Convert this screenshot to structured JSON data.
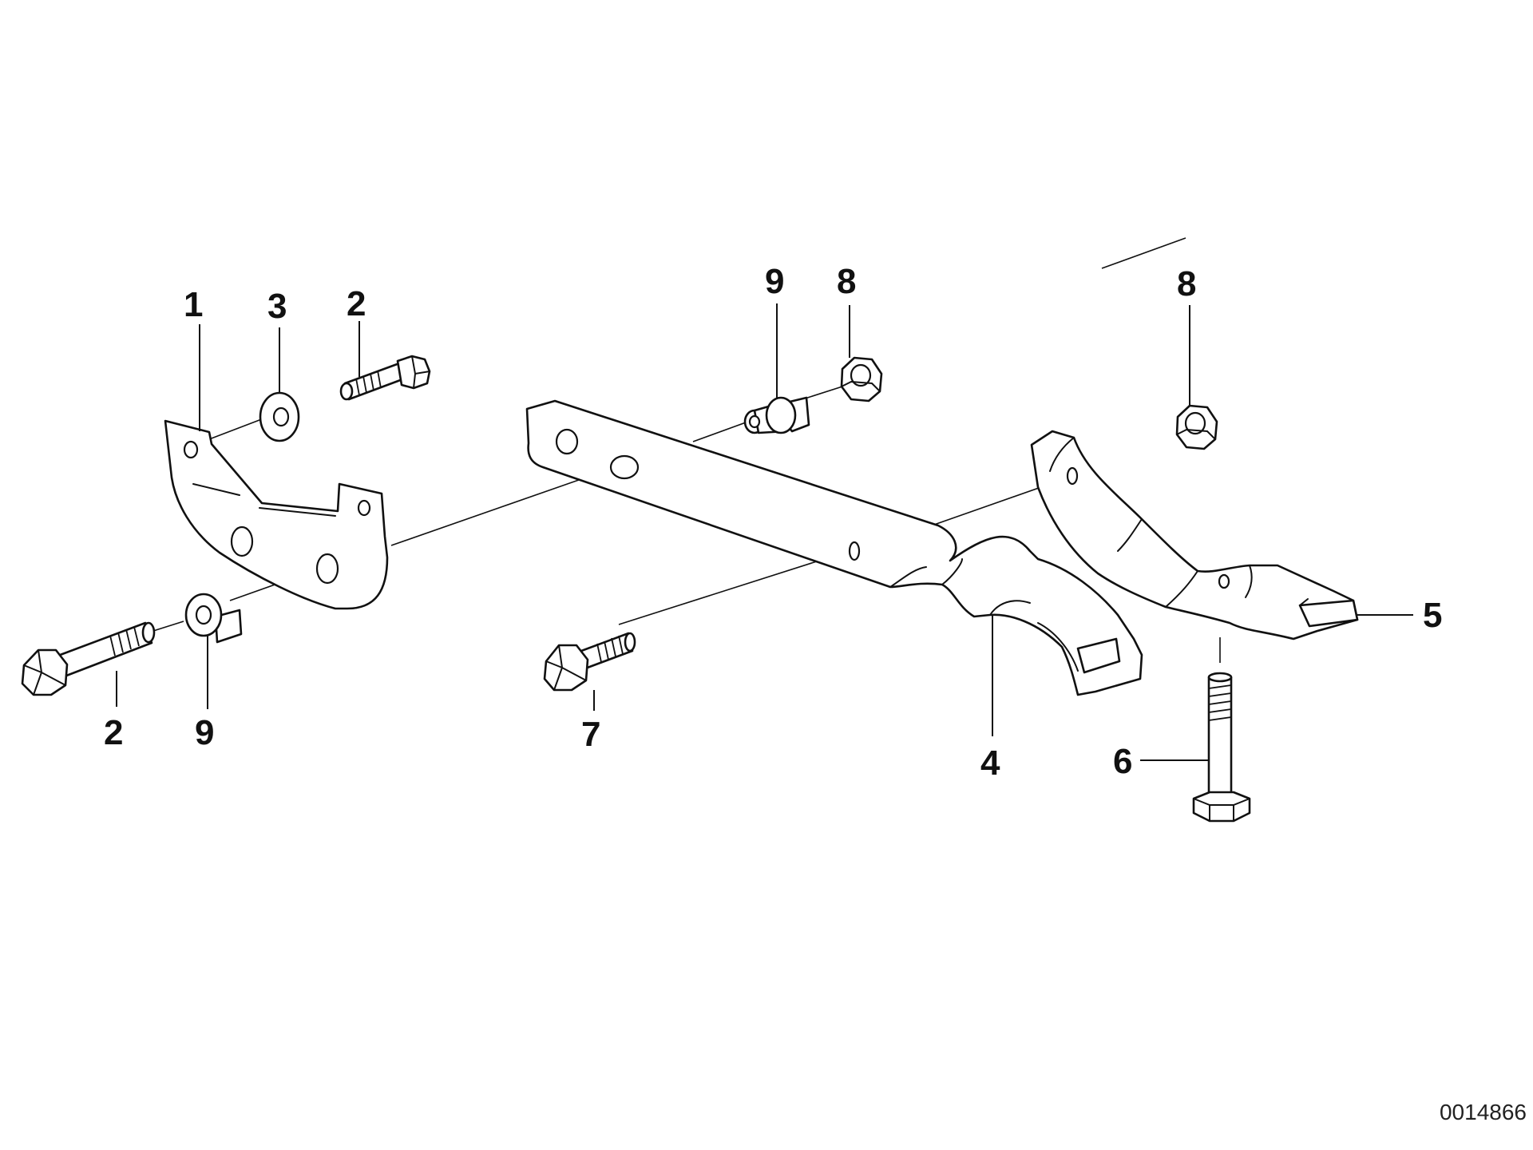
{
  "diagram": {
    "callouts": [
      "1",
      "3",
      "2",
      "2",
      "9",
      "9",
      "8",
      "8",
      "7",
      "4",
      "6",
      "5"
    ],
    "drawing_number": "0014866",
    "colors": {
      "line": "#111111",
      "background": "#ffffff"
    }
  }
}
